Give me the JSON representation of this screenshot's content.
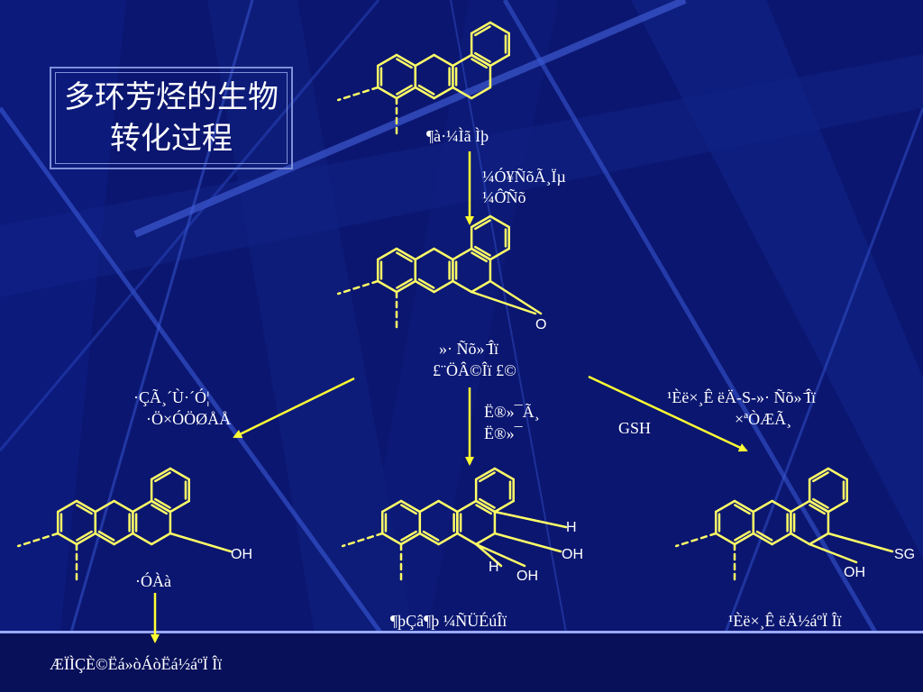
{
  "title": "多环芳烃的生物转化过程",
  "labels": {
    "parent_compound": "¶à·¼Ìã Ìþ",
    "enzyme_1": [
      "¼Ó¥ÑõÃ¸Ïµ",
      "¼Ô̂Ñõ"
    ],
    "intermediate": [
      "»· Ñõ» ̄Îï",
      "£¨ÖÂ©Îï £©"
    ],
    "branch_left": [
      "·ÇÃ¸´Ù·´Ó¦",
      "·Ö×ÓÖØÅÅ"
    ],
    "branch_mid": [
      "Ë®»¯Ã¸",
      "Ë®»¯"
    ],
    "branch_right": [
      "¹Èë×¸Ê ëÄ-S-»· Ñõ» ̄Îï",
      "×ªÒÆÃ¸"
    ],
    "gsh": "GSH",
    "product_phenol": "·ÓÀà",
    "product_diol": "¶þÇâ¶þ ¼ÑÜÉúÎï",
    "product_conjugate": "¹Èë×¸Ê ëÄ½áºÏ Îï",
    "final_product": "ÆÏÌÇÈ©Ëá»òÁòËá½áºÏ Îï"
  },
  "atoms": {
    "oxygen": "O",
    "oh": "OH",
    "h": "H",
    "sg": "SG"
  },
  "colors": {
    "background": "#0b1670",
    "structure": "#ffff66",
    "text": "#ffffff",
    "arrow": "#ffff33"
  }
}
